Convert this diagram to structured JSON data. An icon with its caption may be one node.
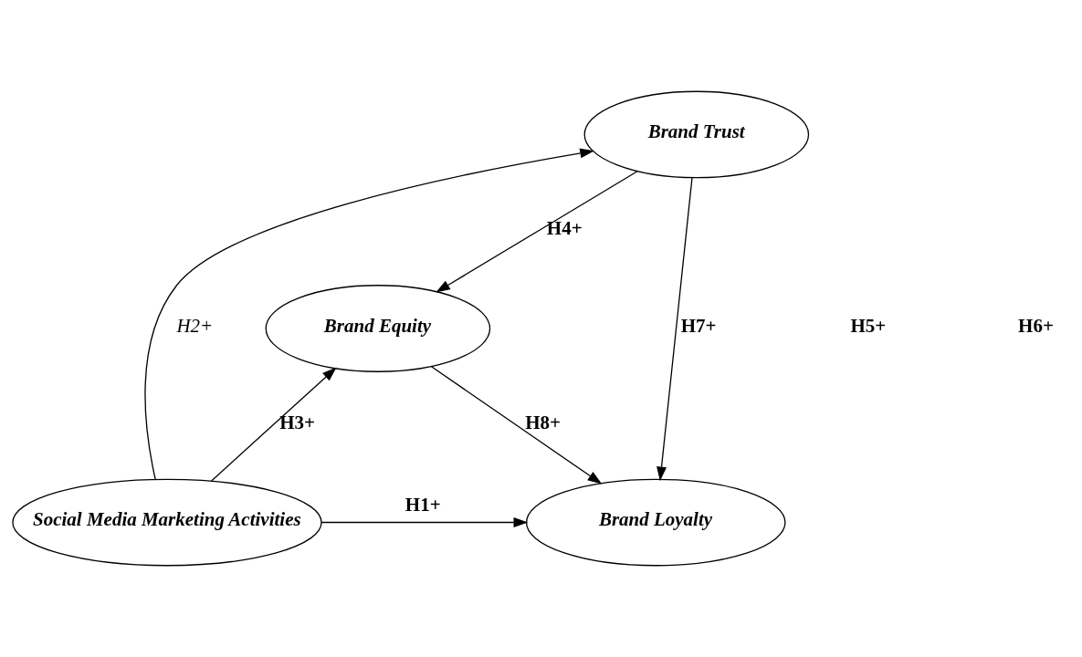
{
  "diagram": {
    "nodes": [
      {
        "text": [
          "Brand Trust"
        ]
      },
      {
        "text": [
          "Brand Equity"
        ]
      },
      {
        "text": [
          "Social Media Marketing Activities"
        ]
      },
      {
        "text": [
          "Brand Loyalty"
        ]
      }
    ],
    "edges": [
      {
        "from": 2,
        "to": 0,
        "arrow": "to",
        "label": "H2+"
      },
      {
        "from": 0,
        "to": 1,
        "arrow": "to",
        "label": "H4+"
      },
      {
        "from": 0,
        "to": 3,
        "arrow": "to",
        "label": "H7+"
      },
      {
        "from": 1,
        "to": 3,
        "arrow": "to",
        "label": "H8+"
      },
      {
        "from": 2,
        "to": 1,
        "arrow": "to",
        "label": "H3+"
      },
      {
        "from": 2,
        "to": 3,
        "arrow": "to",
        "label": "H1+"
      }
    ],
    "labels": [
      "H5+",
      "H6+"
    ]
  }
}
